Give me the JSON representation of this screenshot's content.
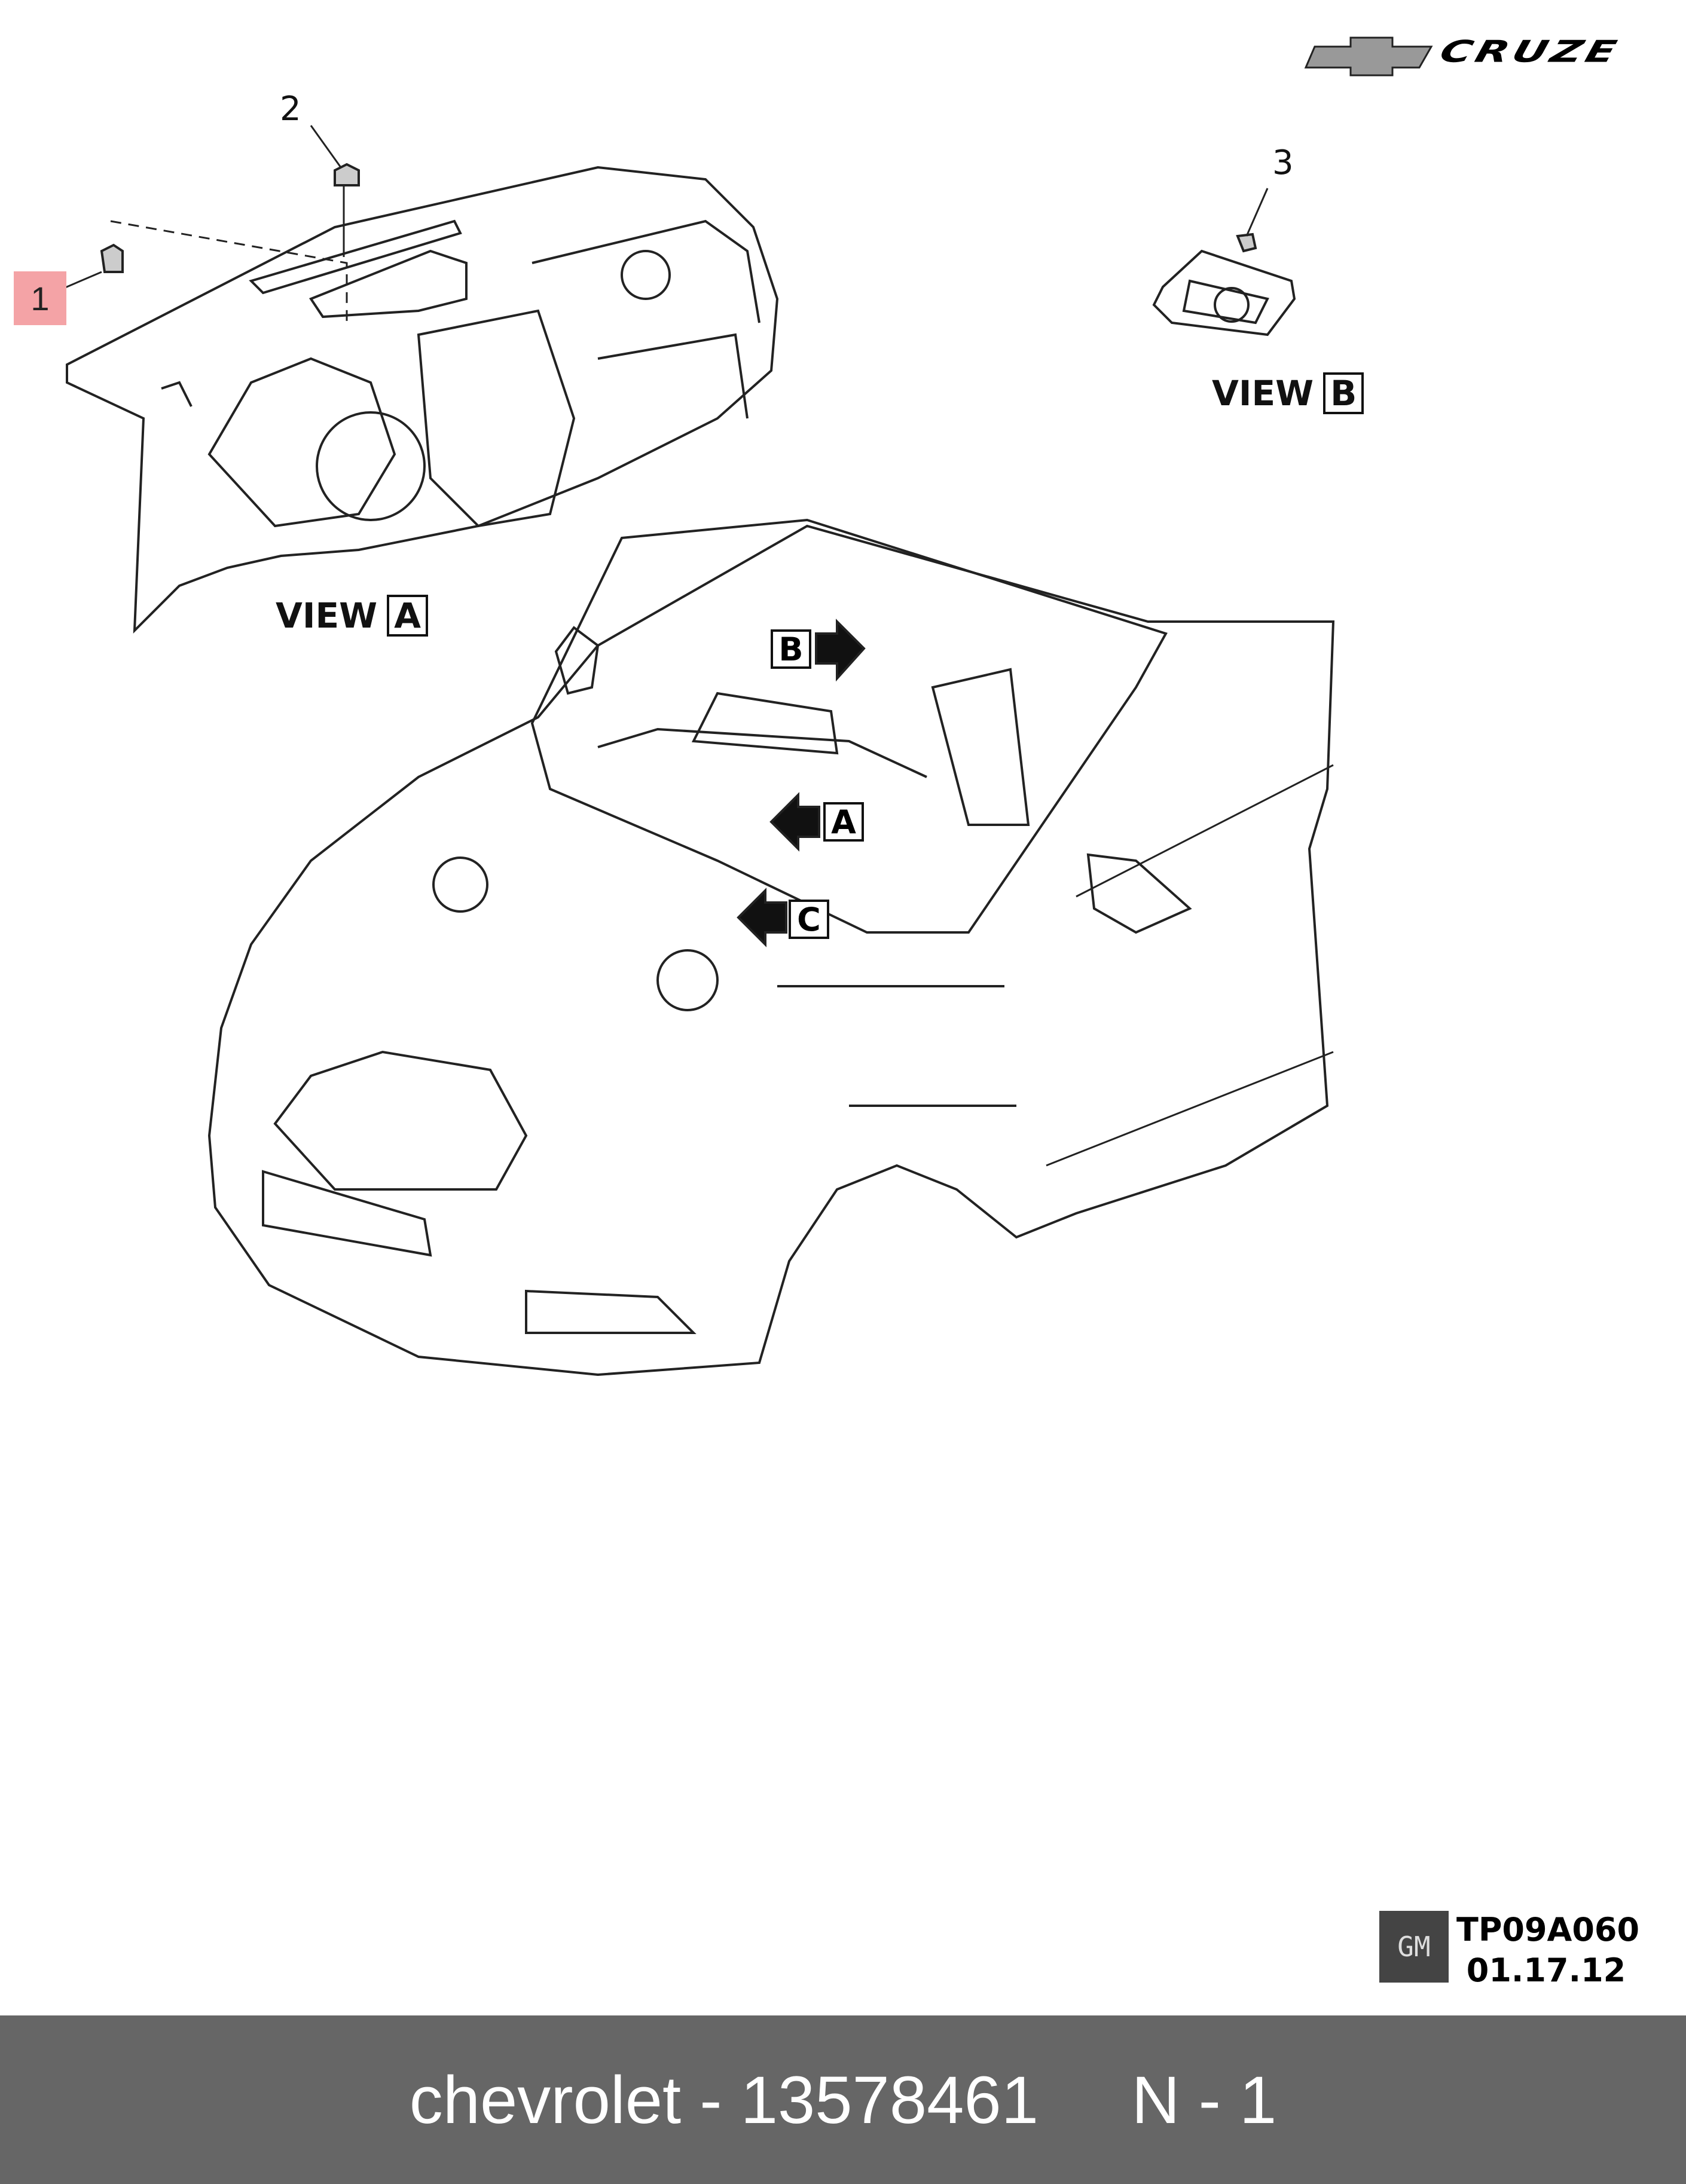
{
  "brand": {
    "model_logo": "CRUZE",
    "logo_icon": "chevrolet-bowtie-icon"
  },
  "callouts": [
    "1",
    "2",
    "3"
  ],
  "views": {
    "view_a": {
      "word": "VIEW",
      "letter": "A"
    },
    "view_b": {
      "word": "VIEW",
      "letter": "B"
    }
  },
  "pointer_labels": [
    "B",
    "A",
    "C"
  ],
  "reference": {
    "gm_logo": "GM",
    "code": "TP09A060",
    "date": "01.17.12"
  },
  "footer": {
    "text": "chevrolet - 13578461     N - 1"
  },
  "colors": {
    "highlight": "#f4a3a6",
    "footer_bg": "#666666"
  }
}
